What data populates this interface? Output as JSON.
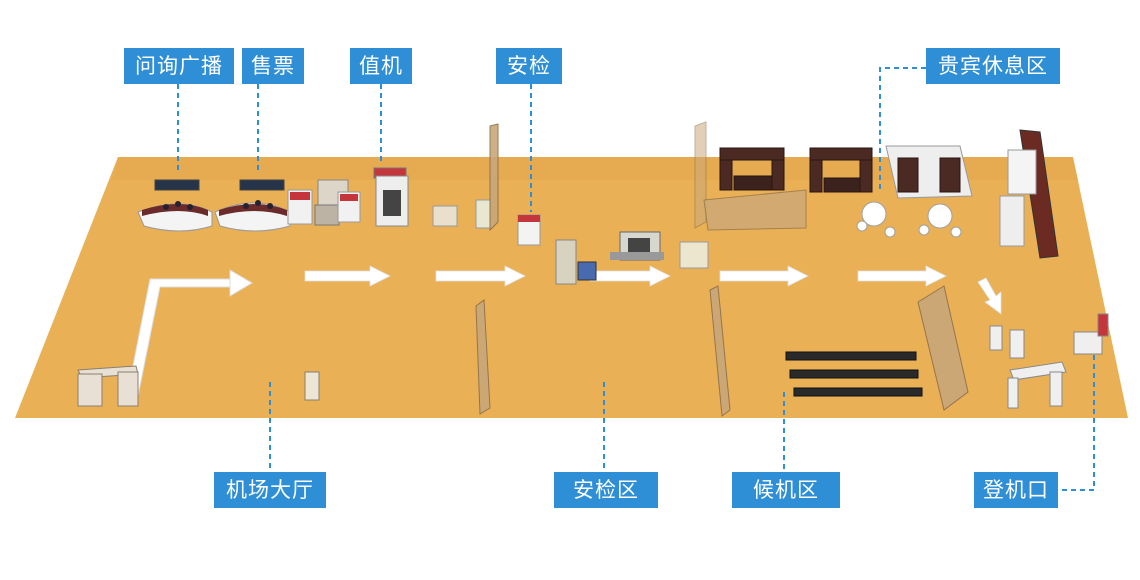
{
  "labels": {
    "inquiry": "问询广播",
    "ticketing": "售票",
    "checkin": "值机",
    "security": "安检",
    "vip_lounge": "贵宾休息区",
    "terminal_hall": "机场大厅",
    "security_area": "安检区",
    "waiting_area": "候机区",
    "boarding_gate": "登机口"
  },
  "colors": {
    "label_bg": "#2f8fd6",
    "label_text": "#ffffff",
    "floor": "#e9b055",
    "leader_line": "#2f8fd6",
    "arrow": "#ffffff",
    "partition": "#c9a77a",
    "sofa": "#4a2a22"
  },
  "icons": [
    "dashed-leader-lines",
    "flow-arrows",
    "glass-partitions",
    "security-scanner",
    "sofa-sets",
    "waiting-chairs",
    "boarding-gates"
  ]
}
